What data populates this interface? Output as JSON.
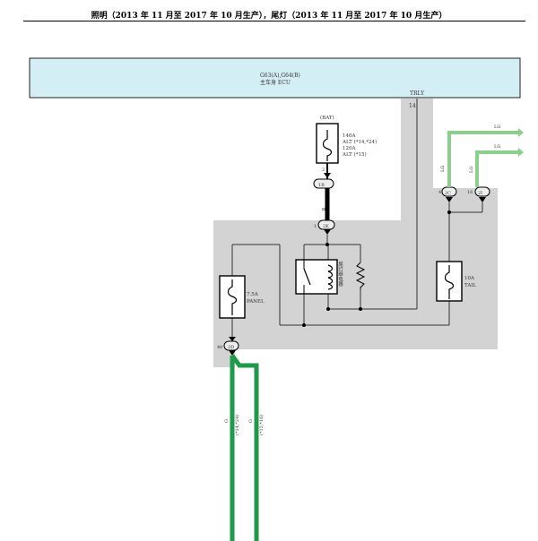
{
  "header": {
    "title": "照明（2013 年 11 月至 2017 年 10 月生产），尾灯（2013 年 11 月至 2017 年 10 月生产）"
  },
  "ecu": {
    "connector_label": "G63(A),G64(B)",
    "name": "主车身 ECU",
    "pin_name": "TRLY",
    "pin_number": "14"
  },
  "bat_fuse": {
    "source": "(BAT)",
    "line1": "140A",
    "line2": "ALT (*14,*24)",
    "line3": "120A",
    "line4": "ALT (*15)",
    "pin_below": "2",
    "connector_1": "1B",
    "wire_tag": "1",
    "wire_color": "B",
    "connector_2": "2K",
    "pin_left": "1"
  },
  "relay": {
    "name": "尾灯继电器"
  },
  "panel_fuse": {
    "rating": "7.5A",
    "name": "PANEL"
  },
  "tail_fuse": {
    "rating": "10A",
    "name": "TAIL"
  },
  "right_connectors": [
    {
      "pin": "4",
      "id": "2C",
      "wire": "LG"
    },
    {
      "pin": "16",
      "id": "2I",
      "wire": "LG"
    }
  ],
  "right_wires": [
    {
      "color": "LG"
    },
    {
      "color": "LG"
    }
  ],
  "bottom_connector": {
    "pin": "40",
    "id": "2D"
  },
  "bottom_wires": [
    {
      "color": "G",
      "note": "(*14,*24)"
    },
    {
      "color": "G",
      "note": "(*15,*16)"
    }
  ],
  "colors": {
    "ecu_fill": "#d4eef5",
    "junction_gray": "#d3d3d3",
    "wire_green": "#1e9a4a",
    "wire_light_green": "#8ad08a",
    "wire_black": "#000000"
  }
}
